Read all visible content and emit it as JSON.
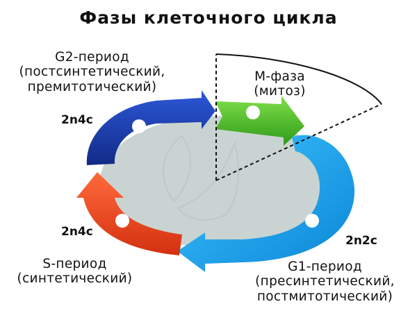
{
  "title": "Фазы клеточного цикла",
  "phases": {
    "g2": {
      "lines": [
        "G2-период",
        "(постсинтетический,",
        "премитотический)"
      ],
      "ploidy": "2n4c",
      "color": "#1f3fb0"
    },
    "m": {
      "lines": [
        "М-фаза",
        "(митоз)"
      ],
      "color": "#4fbf2a"
    },
    "g1": {
      "lines": [
        "G1-период",
        "(пресинтетический,",
        "постмитотический)"
      ],
      "ploidy": "2n2c",
      "color": "#1ea7f0"
    },
    "s": {
      "lines": [
        "S-период",
        "(синтетический)"
      ],
      "ploidy": "2n4c",
      "color": "#ef4a23"
    }
  },
  "colors": {
    "center_disc": "#c9d4d2",
    "marker": "#ffffff",
    "outline": "#111111"
  }
}
